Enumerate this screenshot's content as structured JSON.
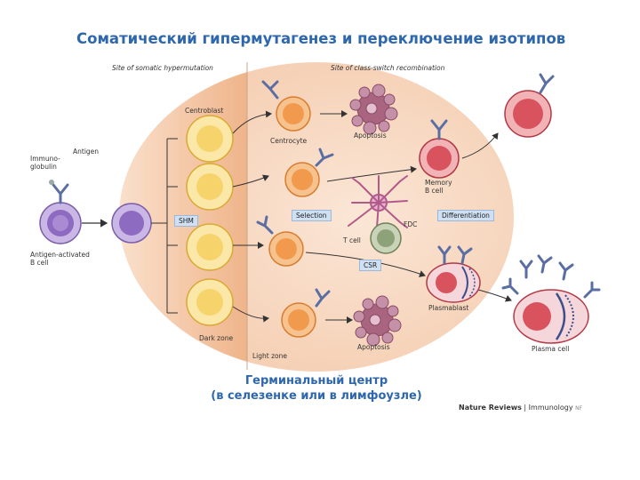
{
  "title": "Соматический гипермутагенез и переключение изотипов",
  "caption": {
    "line1": "Герминальный центр",
    "line2": "(в селезенке или в лимфоузле)"
  },
  "site_labels": {
    "hypermutation": "Site of somatic hypermutation",
    "class_switch": "Site of class-switch recombination"
  },
  "labels": {
    "centroblast": "Centroblast",
    "centrocyte": "Centrocyte",
    "apoptosis_top": "Apoptosis",
    "apoptosis_bottom": "Apoptosis",
    "memory_b_cell_line1": "Memory",
    "memory_b_cell_line2": "B cell",
    "fdc": "FDC",
    "t_cell": "T cell",
    "plasmablast": "Plasmablast",
    "plasma_cell": "Plasma cell",
    "antigen": "Antigen",
    "immunoglobulin_line1": "Immuno-",
    "immunoglobulin_line2": "globulin",
    "activated_b_line1": "Antigen-activated",
    "activated_b_line2": "B cell",
    "dark_zone": "Dark zone",
    "light_zone": "Light zone"
  },
  "boxes": {
    "shm": "SHM",
    "selection": "Selection",
    "csr": "CSR",
    "differentiation": "Differentiation"
  },
  "credit": {
    "journal": "Nature Reviews",
    "section": "Immunology",
    "mark": "NF"
  },
  "colors": {
    "title": "#2e67ad",
    "germinal_center": "#f5d2b5",
    "dark_zone": "#efb98f",
    "centroblast": "#f7d36b",
    "centrocyte": "#f19a4e",
    "activated_b": "#9a7ac8",
    "memory_b": "#d9535f",
    "apoptosis": "#a9657f",
    "t_cell": "#8ea27a",
    "fdc": "#b25a8a",
    "label_box": "#cfe0f3",
    "antibody": "#5b6ea3"
  }
}
